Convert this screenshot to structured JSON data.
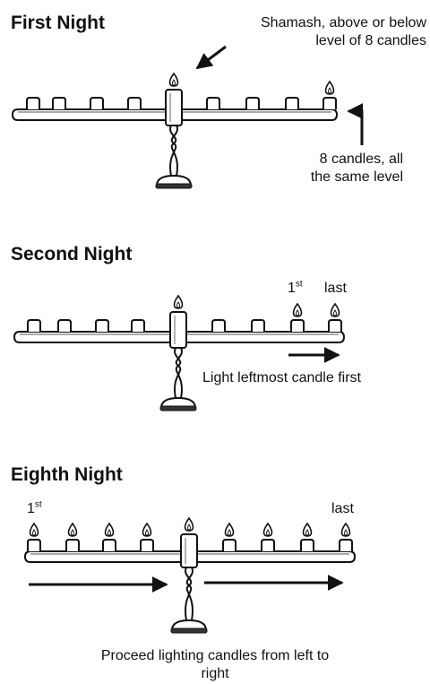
{
  "sections": {
    "first": {
      "title": "First Night",
      "shamash_note_line1": "Shamash, above or below",
      "shamash_note_line2": "level of 8 candles",
      "candles_note_line1": "8 candles, all",
      "candles_note_line2": "the same level"
    },
    "second": {
      "title": "Second Night",
      "first_label": "1",
      "first_label_sup": "st",
      "last_label": "last",
      "instruction": "Light leftmost candle first"
    },
    "eighth": {
      "title": "Eighth Night",
      "first_label": "1",
      "first_label_sup": "st",
      "last_label": "last",
      "instruction_line1": "Proceed lighting candles from left to",
      "instruction_line2": "right"
    }
  }
}
